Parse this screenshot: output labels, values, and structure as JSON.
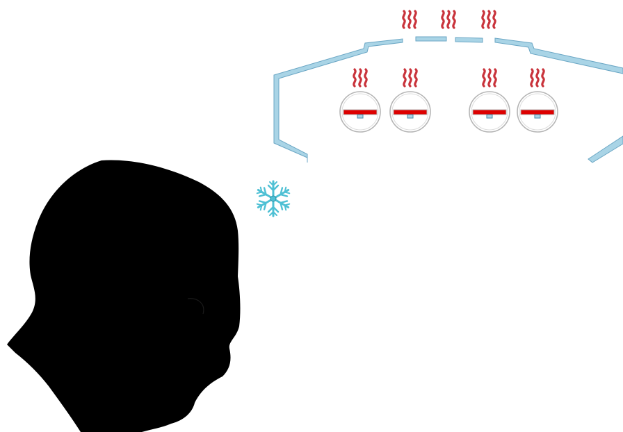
{
  "diagram": {
    "elements": {
      "head": "head-silhouette",
      "cold_symbol": "snowflake-icon",
      "heat_symbol": "heat-waves-icon",
      "heater_unit": "heating-element-icon",
      "enclosure": "helmet-enclosure"
    },
    "heater_count": 4,
    "vent_count": 3,
    "colors": {
      "enclosure": "#a9d4e6",
      "enclosure_edge": "#6aa6c4",
      "heat": "#c9333b",
      "heater_bar": "#dd0000",
      "heater_ring": "#b5b5b5",
      "snowflake": "#4ec0d4",
      "snowflake_edge": "#2a8fa6",
      "head": "#000000"
    }
  }
}
